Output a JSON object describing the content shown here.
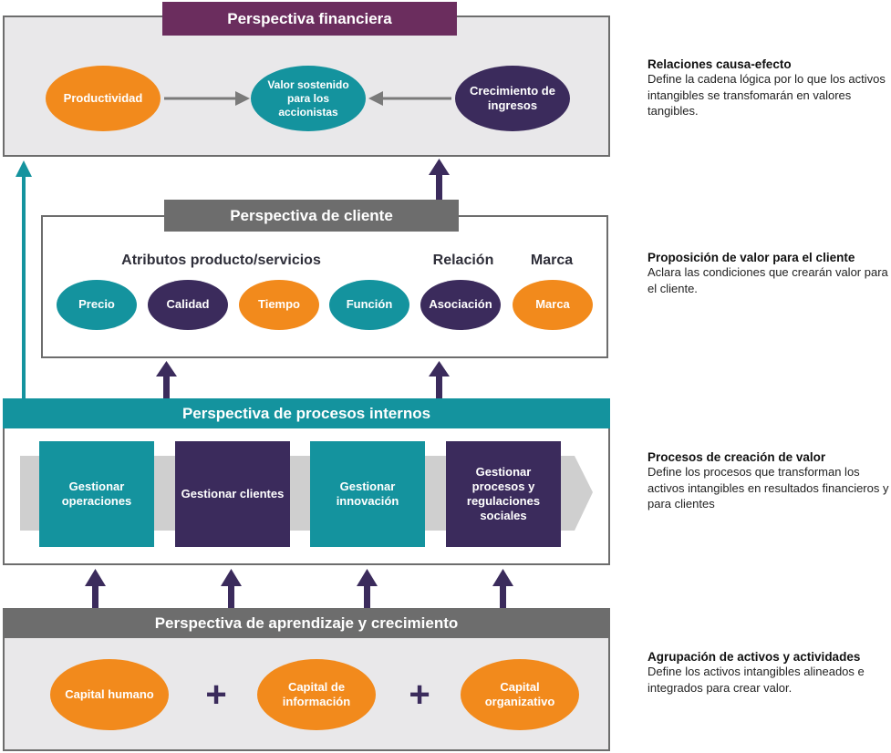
{
  "financial": {
    "title": "Perspectiva financiera",
    "left": "Productividad",
    "center": "Valor sostenido para los accionistas",
    "right": "Crecimiento de ingresos"
  },
  "client": {
    "title": "Perspectiva de cliente",
    "group_attributes": "Atributos producto/servicios",
    "group_relation": "Relación",
    "group_brand": "Marca",
    "items": [
      "Precio",
      "Calidad",
      "Tiempo",
      "Función",
      "Asociación",
      "Marca"
    ]
  },
  "processes": {
    "title": "Perspectiva de procesos internos",
    "boxes": [
      "Gestionar operaciones",
      "Gestionar clientes",
      "Gestionar innovación",
      "Gestionar procesos y regulaciones sociales"
    ]
  },
  "learning": {
    "title": "Perspectiva de aprendizaje y crecimiento",
    "items": [
      "Capital humano",
      "Capital de información",
      "Capital organizativo"
    ],
    "plus": "+"
  },
  "descriptions": [
    {
      "title": "Relaciones causa-efecto",
      "body": "Define la cadena lógica por lo que los activos intangibles se transfomarán en valores tangibles."
    },
    {
      "title": "Proposición de valor para el cliente",
      "body": "Aclara las condiciones que crearán valor para el cliente."
    },
    {
      "title": "Procesos de creación de valor",
      "body": "Define los procesos que transforman los activos intangibles en resultados financieros y para clientes"
    },
    {
      "title": "Agrupación de activos y actividades",
      "body": "Define los activos intangibles alineados  e integrados para crear valor."
    }
  ],
  "colors": {
    "purple_band": "#6b2d5e",
    "gray_band": "#6d6d6d",
    "teal": "#14939e",
    "orange": "#f28a1c",
    "dark_purple": "#3b2b5c"
  }
}
